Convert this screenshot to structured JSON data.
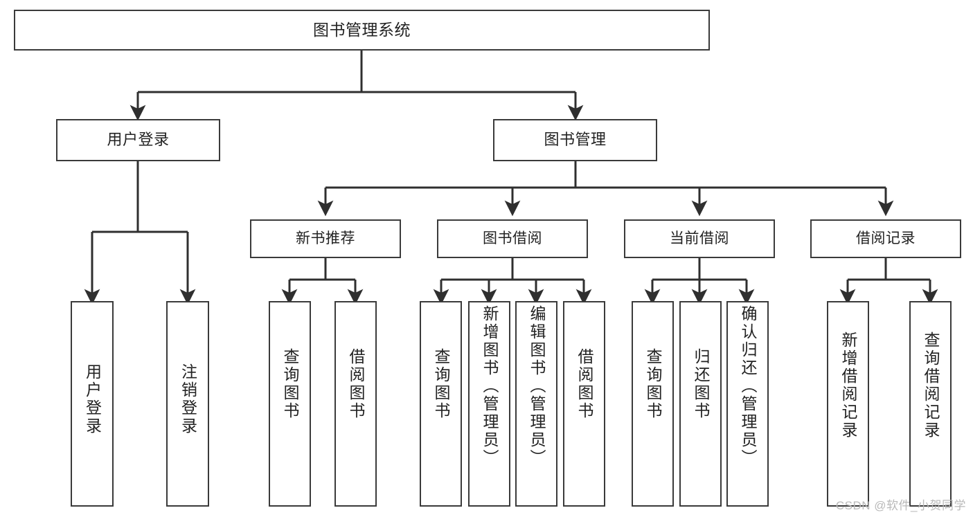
{
  "diagram": {
    "title": "图书管理系统",
    "type": "tree-hierarchy-diagram",
    "watermark": "CSDN @软件_小贺同学",
    "colors": {
      "box_border": "#3a3a3a",
      "box_fill": "#ffffff",
      "edge": "#2f2f2f",
      "text": "#222222",
      "watermark": "#b9b9b9",
      "background": "#ffffff"
    },
    "root": {
      "label": "图书管理系统"
    },
    "level1": [
      {
        "label": "用户登录"
      },
      {
        "label": "图书管理"
      }
    ],
    "level2": [
      {
        "label": "新书推荐"
      },
      {
        "label": "图书借阅"
      },
      {
        "label": "当前借阅"
      },
      {
        "label": "借阅记录"
      }
    ],
    "leaves": {
      "user_login": [
        {
          "label": "用户登录"
        },
        {
          "label": "注销登录"
        }
      ],
      "new_book_recommend": [
        {
          "label": "查询图书"
        },
        {
          "label": "借阅图书"
        }
      ],
      "book_borrow": [
        {
          "label": "查询图书"
        },
        {
          "label": "新增图书（管理员）"
        },
        {
          "label": "编辑图书（管理员）"
        },
        {
          "label": "借阅图书"
        }
      ],
      "current_borrow": [
        {
          "label": "查询图书"
        },
        {
          "label": "归还图书"
        },
        {
          "label": "确认归还（管理员）"
        }
      ],
      "borrow_records": [
        {
          "label": "新增借阅记录"
        },
        {
          "label": "查询借阅记录"
        }
      ]
    }
  }
}
